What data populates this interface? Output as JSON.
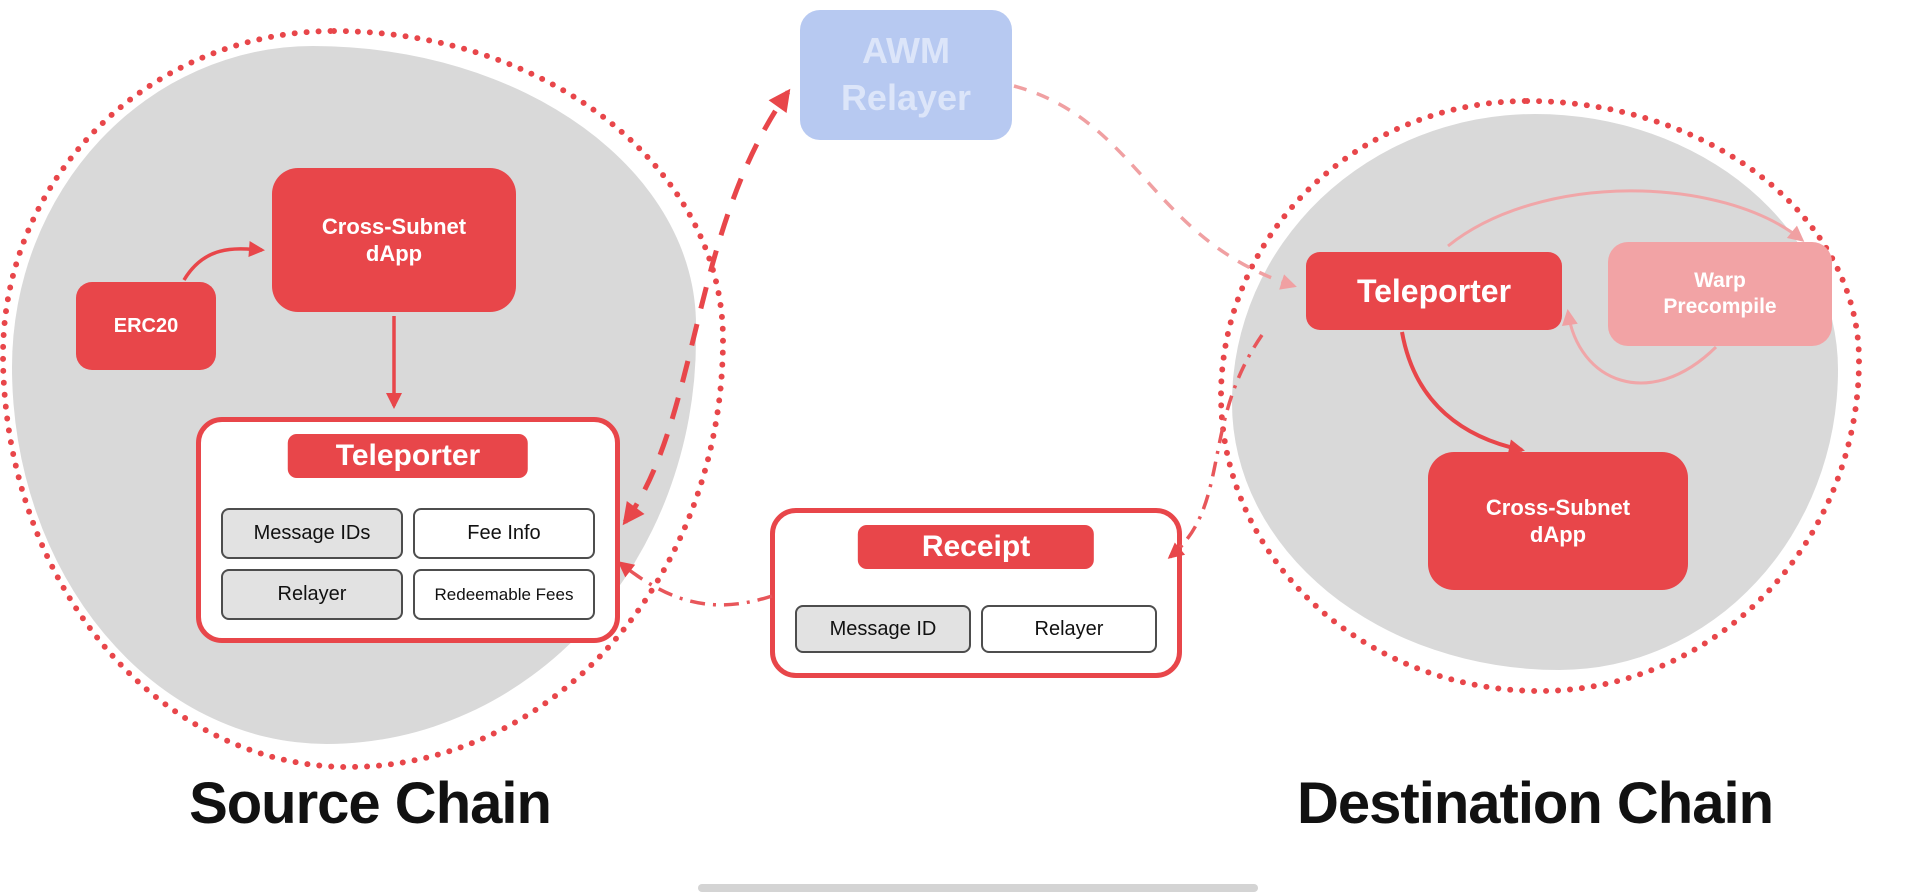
{
  "awm": {
    "line1": "AWM",
    "line2": "Relayer"
  },
  "source": {
    "label": "Source Chain",
    "erc20_label": "ERC20",
    "dapp": {
      "line1": "Cross-Subnet",
      "line2": "dApp"
    },
    "teleporter": {
      "title": "Teleporter",
      "cells": [
        "Message IDs",
        "Fee Info",
        "Relayer",
        "Redeemable Fees"
      ]
    }
  },
  "receipt": {
    "title": "Receipt",
    "cells": [
      "Message ID",
      "Relayer"
    ]
  },
  "destination": {
    "label": "Destination Chain",
    "teleporter_label": "Teleporter",
    "warp": {
      "line1": "Warp",
      "line2": "Precompile"
    },
    "dapp": {
      "line1": "Cross-Subnet",
      "line2": "dApp"
    }
  },
  "colors": {
    "red": "#E8464A",
    "pink": "#F2A3A5",
    "awm_blue": "#B7C9F1",
    "blob_gray": "#D9D9D9"
  }
}
